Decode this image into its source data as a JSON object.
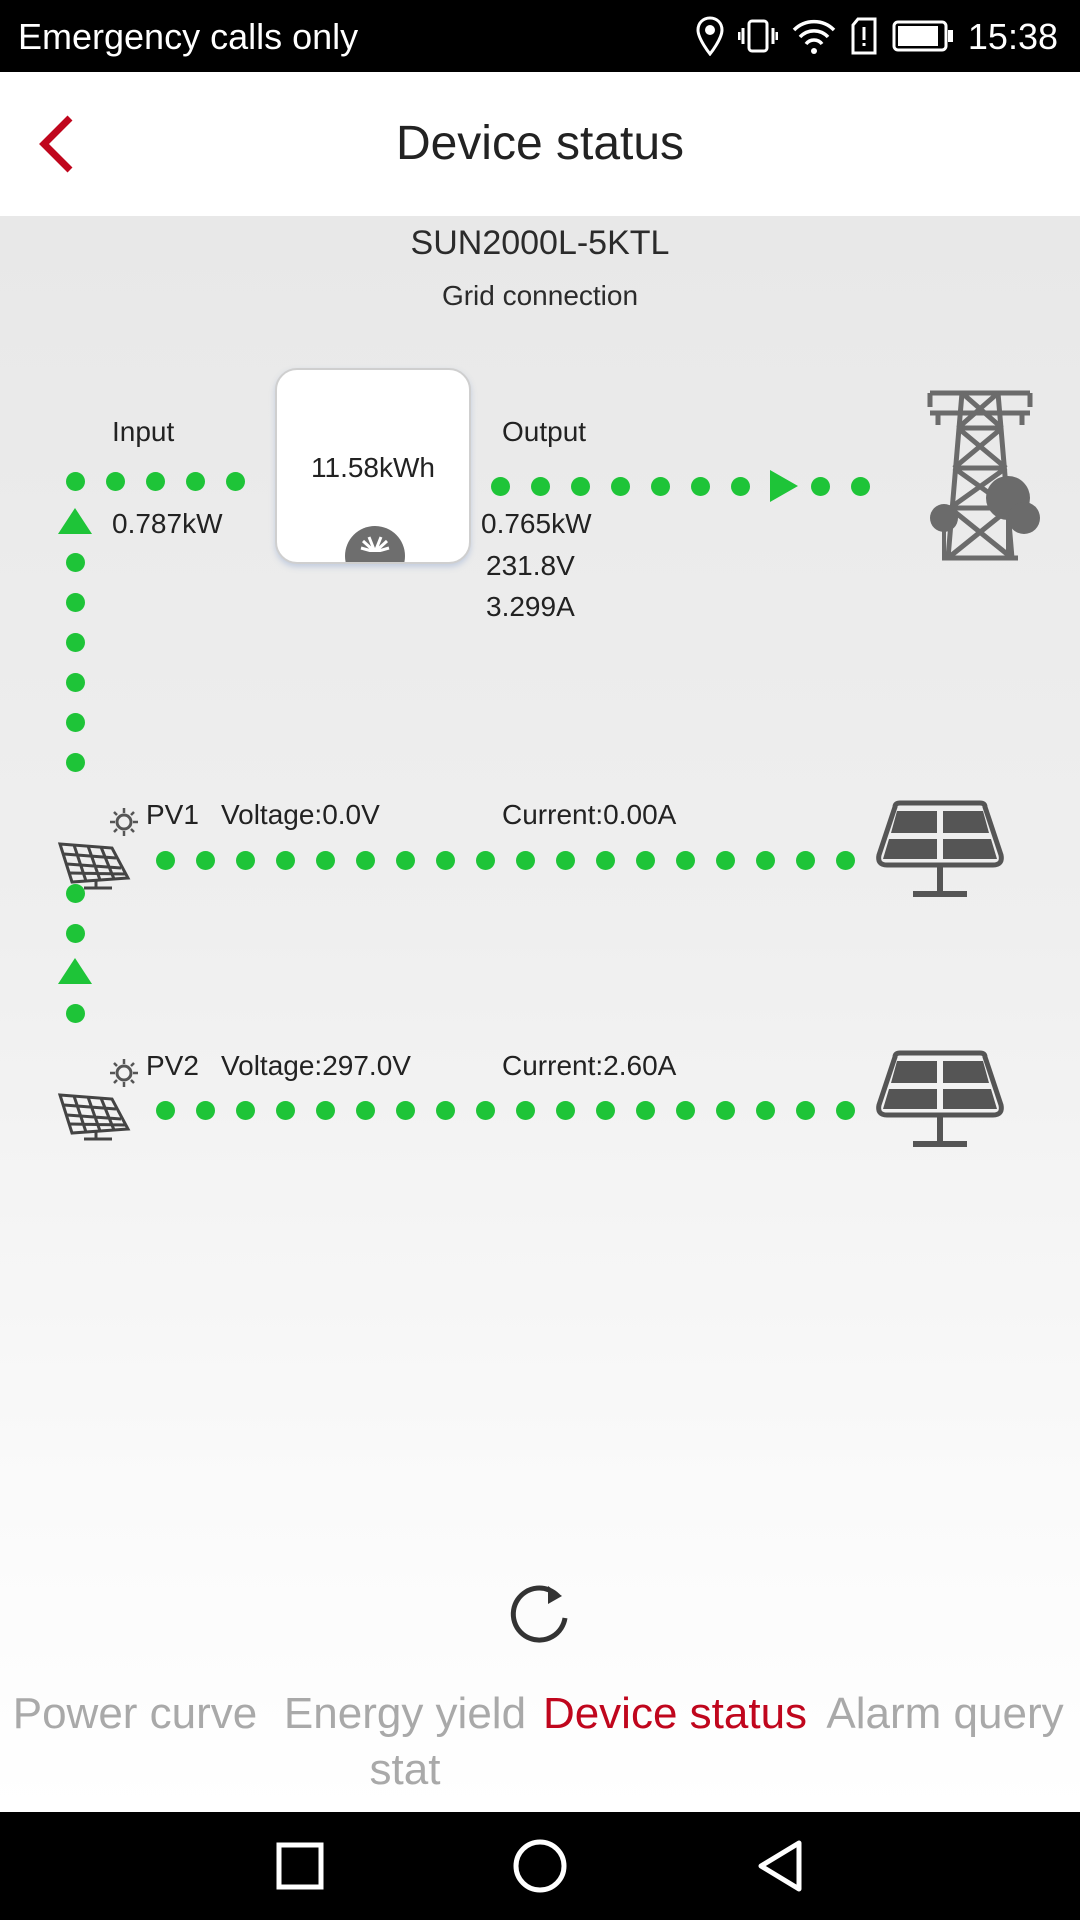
{
  "status_bar": {
    "carrier": "Emergency calls only",
    "time": "15:38",
    "icons": [
      "location-icon",
      "vibrate-icon",
      "wifi-icon",
      "sim-alert-icon",
      "battery-icon"
    ]
  },
  "header": {
    "title": "Device status",
    "back_icon": "chevron-left-icon"
  },
  "device": {
    "model": "SUN2000L-5KTL",
    "state": "Grid connection",
    "energy": "11.58kWh"
  },
  "input": {
    "label": "Input",
    "power": "0.787kW"
  },
  "output": {
    "label": "Output",
    "power": "0.765kW",
    "voltage": "231.8V",
    "current": "3.299A"
  },
  "pv": [
    {
      "name": "PV1",
      "voltage": "Voltage:0.0V",
      "current": "Current:0.00A"
    },
    {
      "name": "PV2",
      "voltage": "Voltage:297.0V",
      "current": "Current:2.60A"
    }
  ],
  "bottom_nav": {
    "tabs": [
      {
        "label": "Power curve",
        "active": false
      },
      {
        "label": "Energy yield stat",
        "active": false
      },
      {
        "label": "Device status",
        "active": true
      },
      {
        "label": "Alarm query",
        "active": false
      }
    ]
  },
  "colors": {
    "accent": "#c0061d",
    "flow": "#1ec438",
    "inactive_tab": "#a9a9a9"
  }
}
